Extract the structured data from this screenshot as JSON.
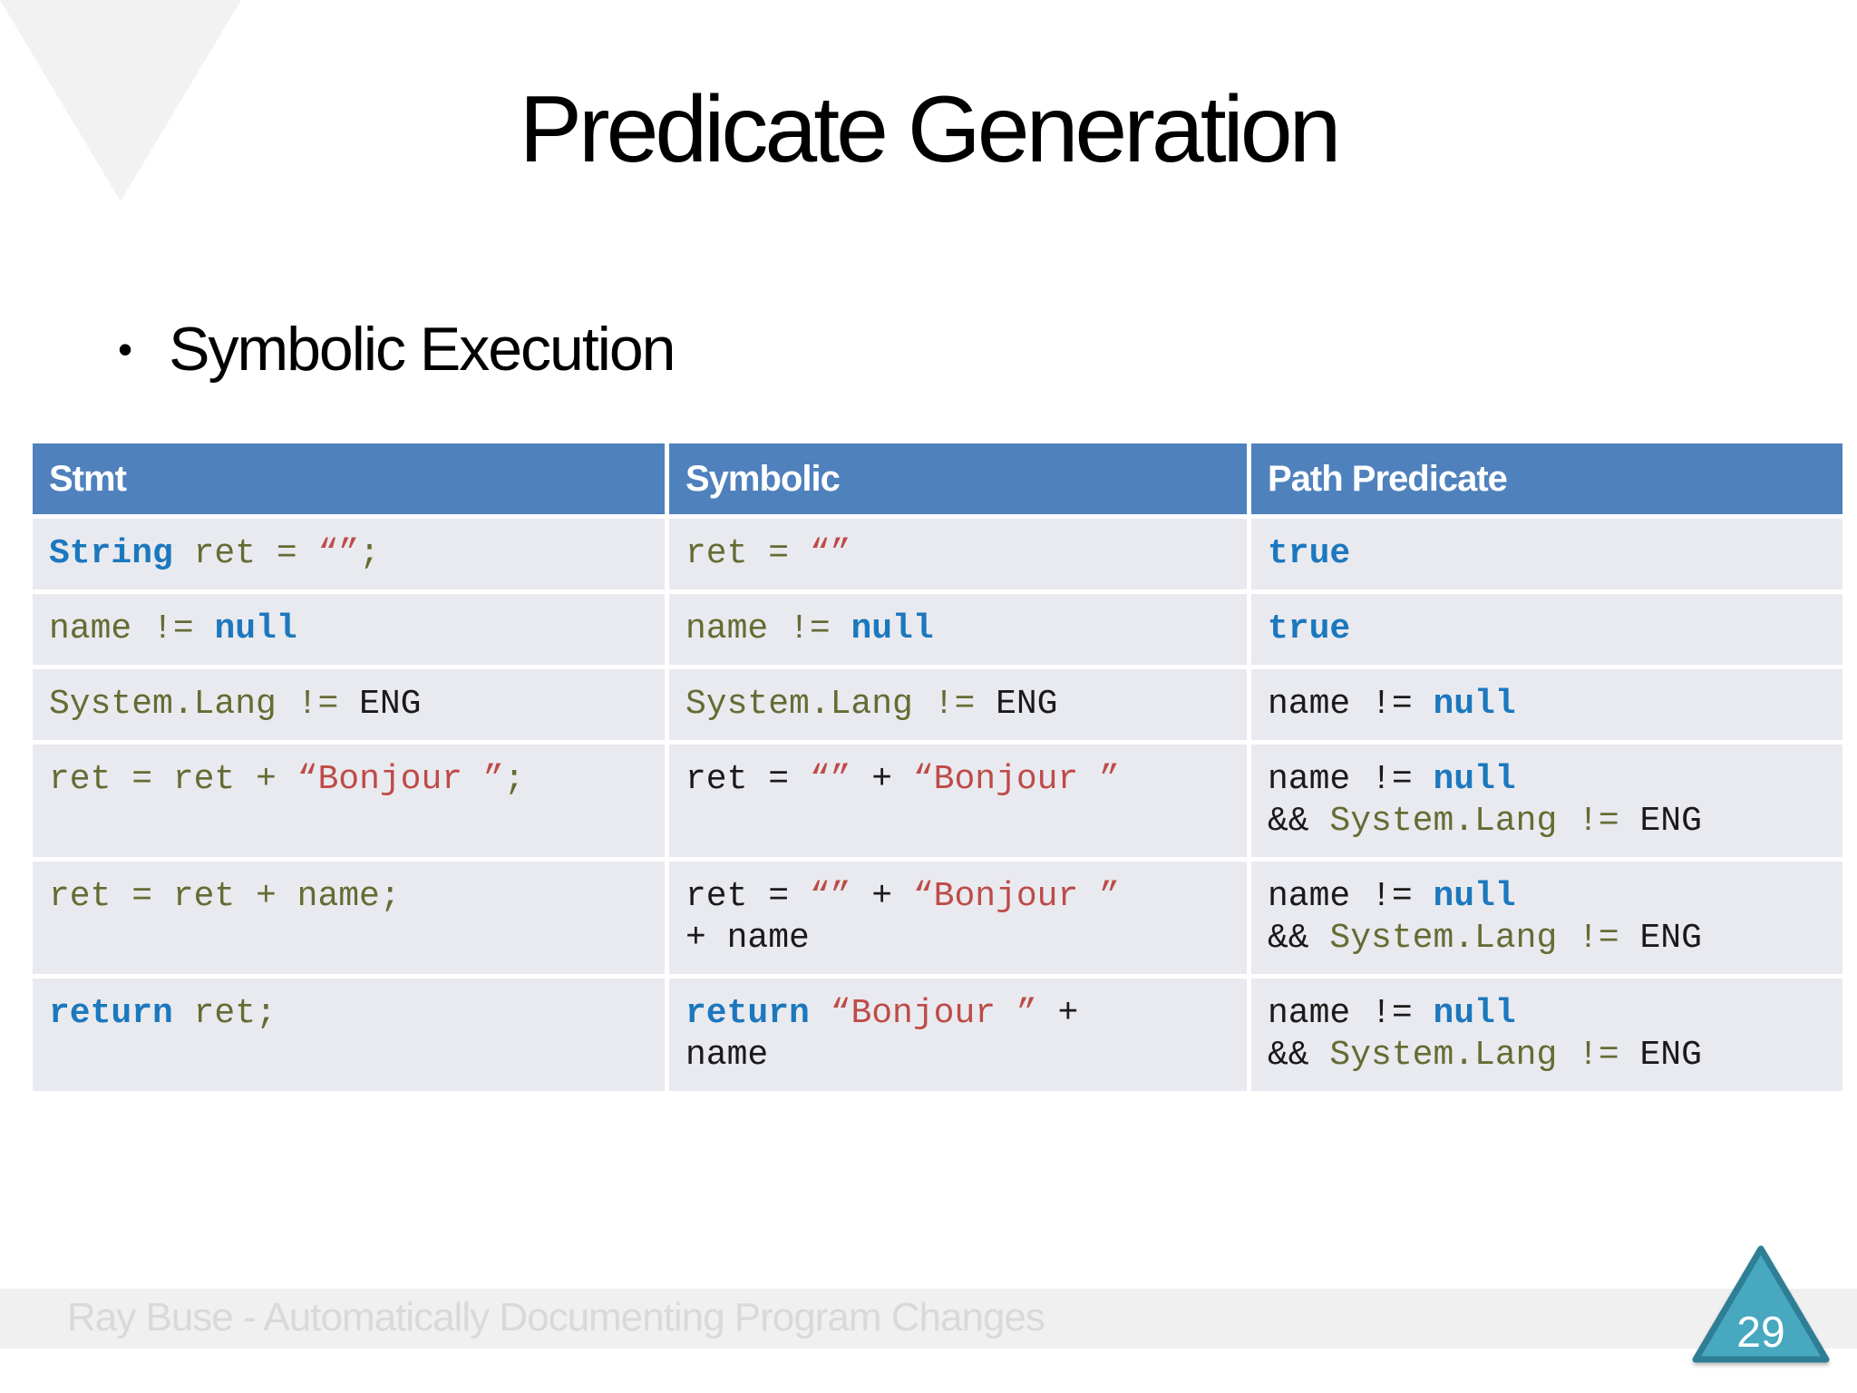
{
  "slide": {
    "title": "Predicate Generation",
    "bullet": "Symbolic Execution",
    "footer": "Ray Buse - Automatically Documenting Program Changes",
    "page_number": "29"
  },
  "colors": {
    "header_bg": "#4F81BD",
    "row_bg": "#E9EAEF",
    "keyword": "#1C78BE",
    "identifier": "#666B33",
    "string": "#BE4B48",
    "code": "#1A1A1A",
    "triangle_fill": "#47A8C0",
    "triangle_border": "#2E7E95",
    "footer_bg": "#F0F0F0",
    "footer_text": "#D9D9D9",
    "corner": "#F2F2F2"
  },
  "table": {
    "headers": [
      "Stmt",
      "Symbolic",
      "Path Predicate"
    ],
    "column_keys": [
      "stmt",
      "symbolic",
      "path"
    ],
    "rows": [
      {
        "stmt": [
          [
            [
              "kw",
              "String"
            ],
            [
              "id",
              " ret = "
            ],
            [
              "str",
              "“”"
            ],
            [
              "id",
              ";"
            ]
          ]
        ],
        "symbolic": [
          [
            [
              "id",
              "ret = "
            ],
            [
              "str",
              "“”"
            ]
          ]
        ],
        "path": [
          [
            [
              "kw",
              "true"
            ]
          ]
        ]
      },
      {
        "stmt": [
          [
            [
              "id",
              "name != "
            ],
            [
              "kw",
              "null"
            ]
          ]
        ],
        "symbolic": [
          [
            [
              "id",
              "name != "
            ],
            [
              "kw",
              "null"
            ]
          ]
        ],
        "path": [
          [
            [
              "kw",
              "true"
            ]
          ]
        ]
      },
      {
        "stmt": [
          [
            [
              "id",
              "System.Lang != "
            ],
            [
              "plain",
              "ENG"
            ]
          ]
        ],
        "symbolic": [
          [
            [
              "id",
              "System.Lang != "
            ],
            [
              "plain",
              "ENG"
            ]
          ]
        ],
        "path": [
          [
            [
              "plain",
              "name != "
            ],
            [
              "kw",
              "null"
            ]
          ]
        ]
      },
      {
        "stmt": [
          [
            [
              "id",
              "ret = ret + "
            ],
            [
              "str",
              "“Bonjour ”"
            ],
            [
              "id",
              ";"
            ]
          ]
        ],
        "symbolic": [
          [
            [
              "plain",
              "ret = "
            ],
            [
              "str",
              "“”"
            ],
            [
              "plain",
              " + "
            ],
            [
              "str",
              "“Bonjour ”"
            ]
          ]
        ],
        "path": [
          [
            [
              "plain",
              "name != "
            ],
            [
              "kw",
              "null"
            ]
          ],
          [
            [
              "plain",
              "&& "
            ],
            [
              "id",
              "System.Lang != "
            ],
            [
              "plain",
              "ENG"
            ]
          ]
        ]
      },
      {
        "stmt": [
          [
            [
              "id",
              "ret = ret + name;"
            ]
          ]
        ],
        "symbolic": [
          [
            [
              "plain",
              "ret = "
            ],
            [
              "str",
              "“”"
            ],
            [
              "plain",
              " + "
            ],
            [
              "str",
              "“Bonjour ”"
            ]
          ],
          [
            [
              "plain",
              "+ name"
            ]
          ]
        ],
        "path": [
          [
            [
              "plain",
              "name != "
            ],
            [
              "kw",
              "null"
            ]
          ],
          [
            [
              "plain",
              "&& "
            ],
            [
              "id",
              "System.Lang != "
            ],
            [
              "plain",
              "ENG"
            ]
          ]
        ]
      },
      {
        "stmt": [
          [
            [
              "kw",
              "return"
            ],
            [
              "id",
              " ret;"
            ]
          ]
        ],
        "symbolic": [
          [
            [
              "kw",
              "return"
            ],
            [
              "plain",
              " "
            ],
            [
              "str",
              "“Bonjour ” "
            ],
            [
              "plain",
              "+"
            ]
          ],
          [
            [
              "plain",
              "name"
            ]
          ]
        ],
        "path": [
          [
            [
              "plain",
              "name != "
            ],
            [
              "kw",
              "null"
            ]
          ],
          [
            [
              "plain",
              "&& "
            ],
            [
              "id",
              "System.Lang != "
            ],
            [
              "plain",
              "ENG"
            ]
          ]
        ]
      }
    ]
  }
}
